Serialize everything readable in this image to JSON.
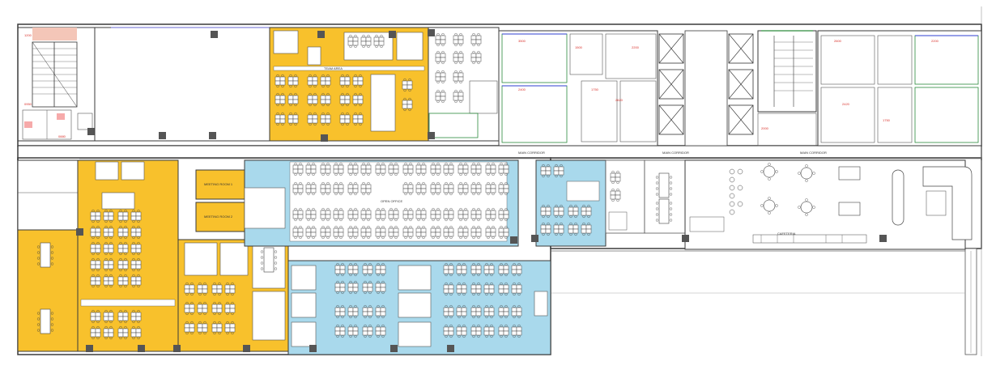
{
  "plan": {
    "colors": {
      "wall": "#3a3a3a",
      "yellow_zone": "#f8c12c",
      "blue_zone": "#a9d9ec",
      "desk": "#ffffff",
      "corridor": "#ffffff",
      "core_dim_red": "#d9302a",
      "core_dim_blue": "#2f3fd0",
      "core_green": "#2c8a3c",
      "pink_zone": "#f4c6b8"
    },
    "labels": {
      "corridor_1": "MAIN CORRIDOR",
      "corridor_2": "MAIN CORRIDOR",
      "corridor_3": "MAIN CORRIDOR",
      "meeting_room_1": "MEETING ROOM 1",
      "meeting_room_2": "MEETING ROOM 2",
      "team_area": "TEAM AREA",
      "open_office_blue": "OPEN OFFICE",
      "cafeteria": "CAFETERIA"
    }
  }
}
